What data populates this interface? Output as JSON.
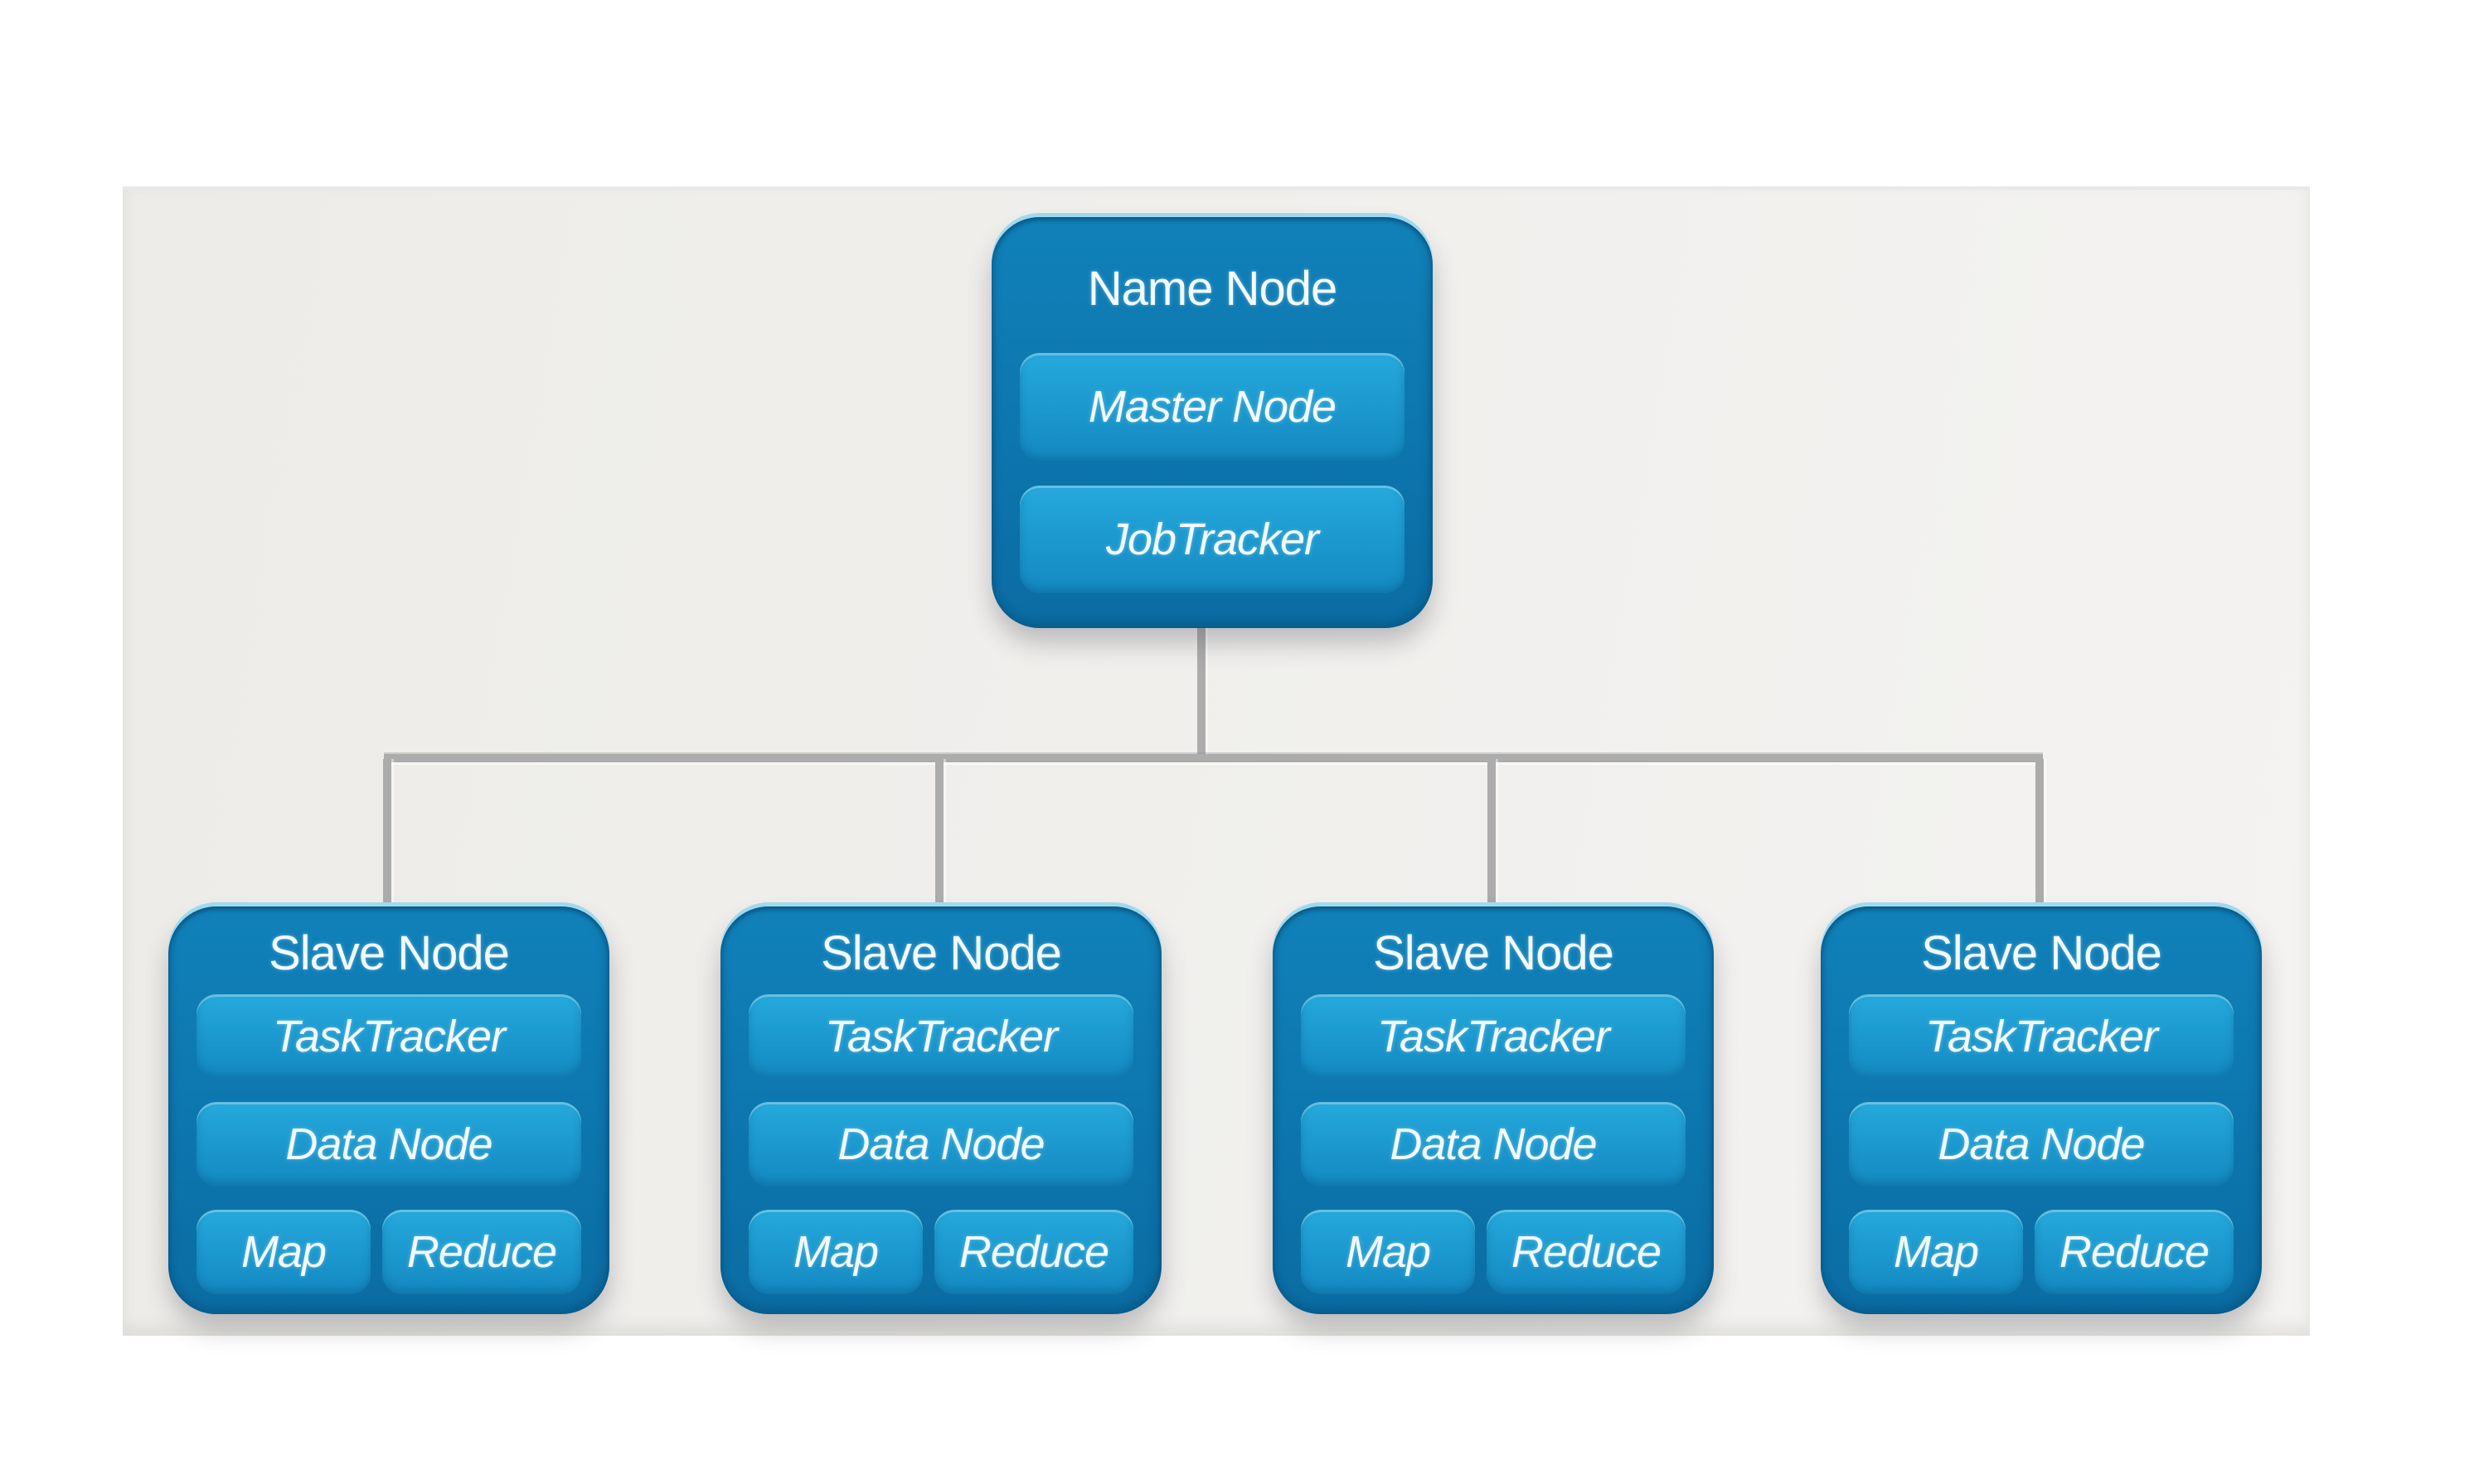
{
  "colors": {
    "node_fill_top": "#1181b9",
    "node_fill_bottom": "#0b6ca3",
    "node_edge_highlight": "#9fd9ef",
    "chip_fill_top": "#25a9dc",
    "chip_fill_bottom": "#1389c1",
    "text": "#f2fafd",
    "connector": "#acacac",
    "panel_background": "#f0efec",
    "page_background": "#ffffff"
  },
  "diagram": {
    "master": {
      "title": "Name Node",
      "components": [
        "Master Node",
        "JobTracker"
      ]
    },
    "slaves": [
      {
        "title": "Slave Node",
        "components": [
          "TaskTracker",
          "Data Node",
          "Map",
          "Reduce"
        ]
      },
      {
        "title": "Slave Node",
        "components": [
          "TaskTracker",
          "Data Node",
          "Map",
          "Reduce"
        ]
      },
      {
        "title": "Slave Node",
        "components": [
          "TaskTracker",
          "Data Node",
          "Map",
          "Reduce"
        ]
      },
      {
        "title": "Slave Node",
        "components": [
          "TaskTracker",
          "Data Node",
          "Map",
          "Reduce"
        ]
      }
    ]
  }
}
